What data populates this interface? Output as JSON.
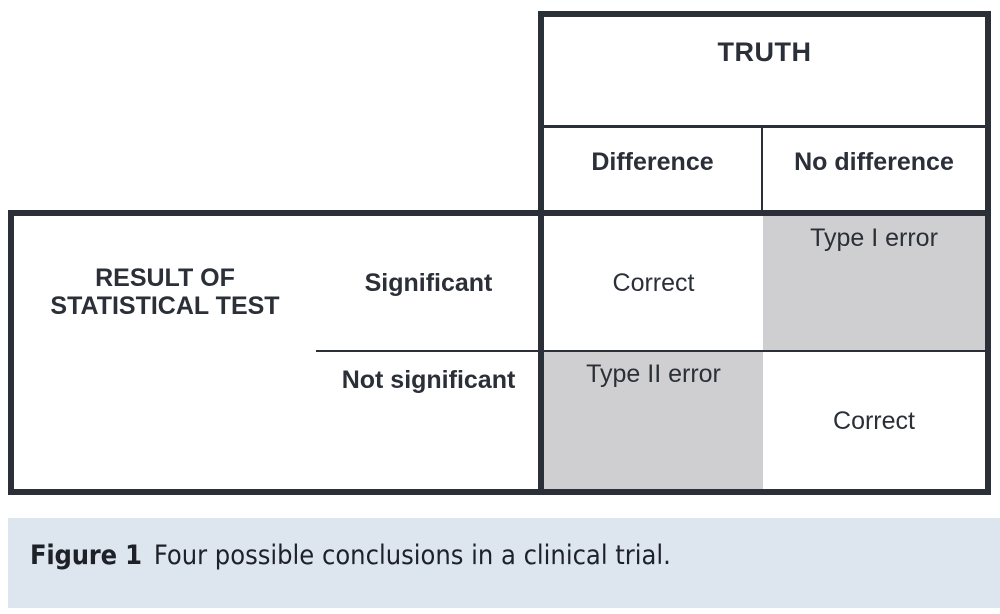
{
  "figure": {
    "caption_label": "Figure 1",
    "caption_text": "Four possible conclusions in a clinical trial.",
    "caption_bg_color": "#dde6ef"
  },
  "table": {
    "column_group_header": "TRUTH",
    "row_group_header": "RESULT OF STATISTICAL TEST",
    "column_headers": [
      "Difference",
      "No difference"
    ],
    "row_headers": [
      "Significant",
      "Not significant"
    ],
    "cells": [
      {
        "row": "Significant",
        "col": "Difference",
        "value": "Correct",
        "highlight": false
      },
      {
        "row": "Significant",
        "col": "No difference",
        "value": "Type I error",
        "highlight": true
      },
      {
        "row": "Not significant",
        "col": "Difference",
        "value": "Type II error",
        "highlight": true
      },
      {
        "row": "Not significant",
        "col": "No difference",
        "value": "Correct",
        "highlight": false
      }
    ],
    "highlight_color": "#cfcfd1",
    "line_color": "#2b2f38"
  }
}
